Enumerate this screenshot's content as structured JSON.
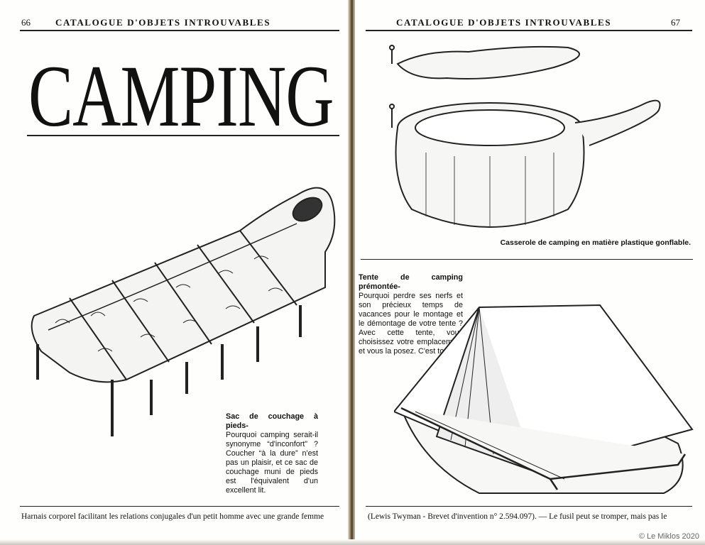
{
  "left_page": {
    "page_number": "66",
    "running_header": "CATALOGUE D'OBJETS INTROUVABLES",
    "title": "CAMPING",
    "sleeping_bag": {
      "heading": "Sac de couchage à pieds-",
      "text": "Pourquoi camping serait-il synonyme “d'inconfort” ? Coucher “à la dure” n'est pas un plaisir, et ce sac de couchage muni de pieds est l'équivalent d'un excellent lit."
    },
    "footer": "Harnais corporel facilitant les relations conjugales d'un petit homme avec une grande femme"
  },
  "right_page": {
    "page_number": "67",
    "running_header": "CATALOGUE D'OBJETS INTROUVABLES",
    "saucepan_caption": "Casserole de camping en matière plastique gonflable.",
    "tent": {
      "heading": "Tente de camping prémontée-",
      "text": "Pourquoi perdre ses nerfs et son précieux temps de vacances pour le montage et le démontage de votre tente ? Avec cette tente, vous choisissez votre emplacement et vous la posez. C'est tout !"
    },
    "footer": "(Lewis Twyman - Brevet d'invention n° 2.594.097). — Le fusil peut se tromper, mais pas le"
  },
  "copyright": "© Le Miklos 2020"
}
